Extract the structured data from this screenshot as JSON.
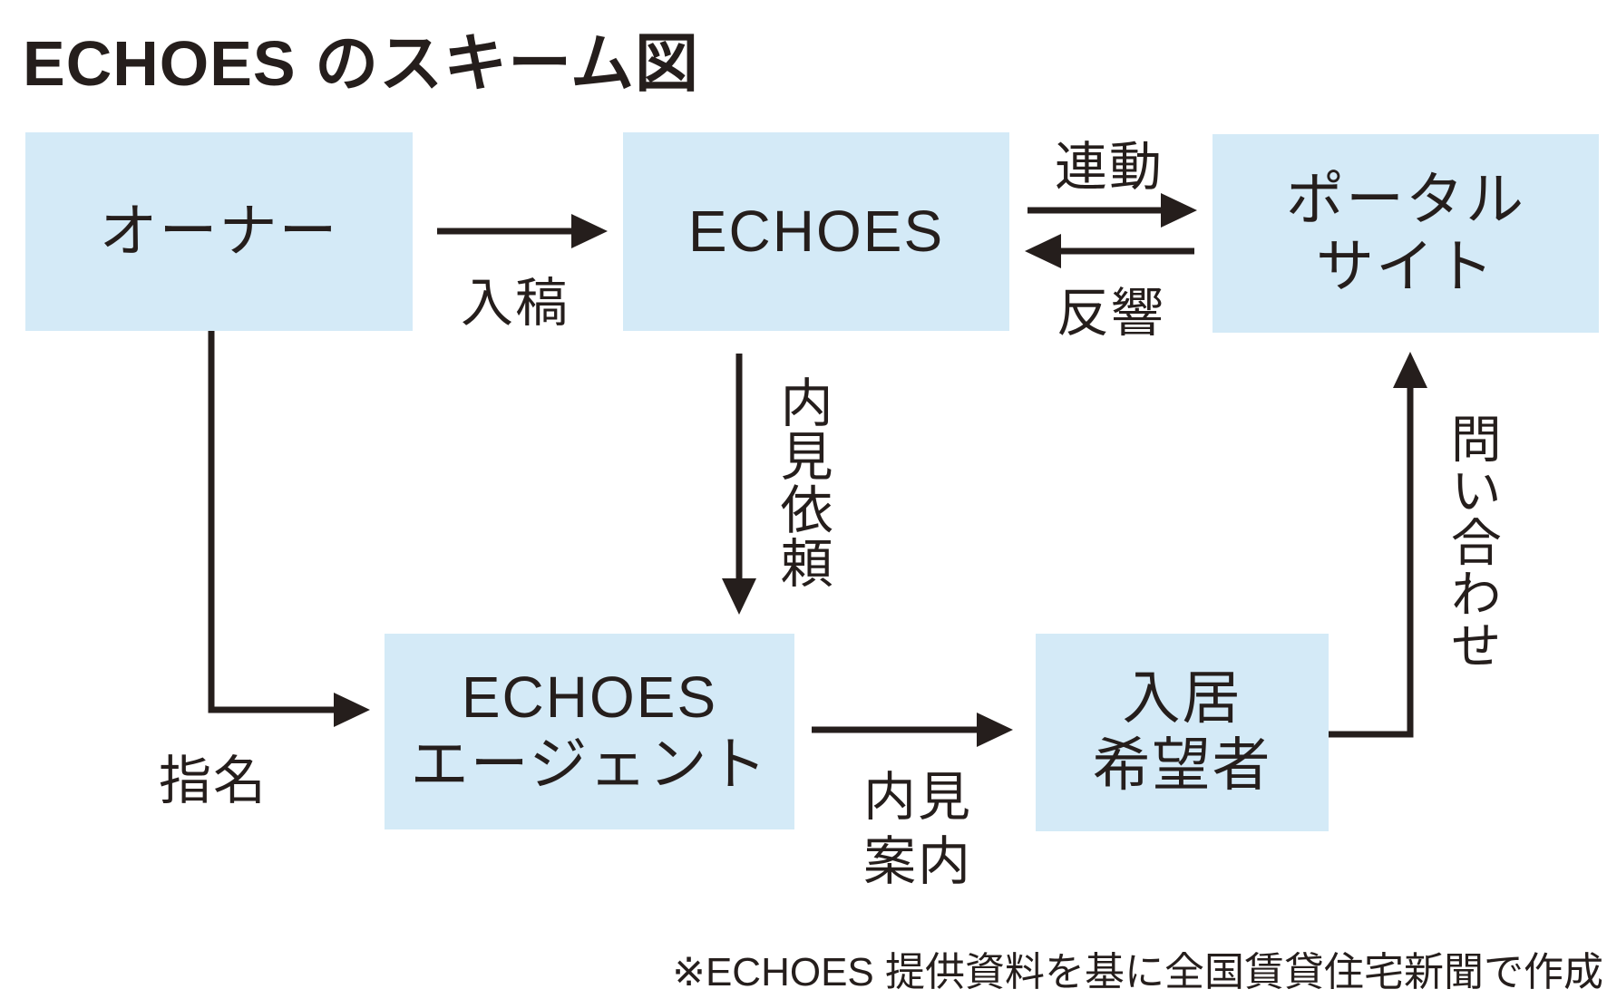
{
  "title": "ECHOES のスキーム図",
  "note": "※ECHOES 提供資料を基に全国賃貸住宅新聞で作成",
  "colors": {
    "box_fill": "#d4eaf7",
    "ink": "#251e1c",
    "background": "#ffffff"
  },
  "nodes": {
    "owner": {
      "label": "オーナー"
    },
    "echoes": {
      "label": "ECHOES"
    },
    "portal": {
      "label": "ポータルサイト",
      "line1": "ポータル",
      "line2": "サイト"
    },
    "agent": {
      "label": "ECHOESエージェント",
      "line1": "ECHOES",
      "line2": "エージェント"
    },
    "tenant": {
      "label": "入居希望者",
      "line1": "入居",
      "line2": "希望者"
    }
  },
  "edges": {
    "submission": {
      "from": "owner",
      "to": "echoes",
      "label": "入稿"
    },
    "sync": {
      "from": "echoes",
      "to": "portal",
      "label": "連動"
    },
    "feedback": {
      "from": "portal",
      "to": "echoes",
      "label": "反響"
    },
    "viewing_request": {
      "from": "echoes",
      "to": "agent",
      "label": "内見依頼"
    },
    "nomination": {
      "from": "owner",
      "to": "agent",
      "label": "指名"
    },
    "viewing_guidance": {
      "from": "agent",
      "to": "tenant",
      "label": "内見案内",
      "line1": "内見",
      "line2": "案内"
    },
    "inquiry": {
      "from": "tenant",
      "to": "portal",
      "label": "問い合わせ"
    }
  }
}
